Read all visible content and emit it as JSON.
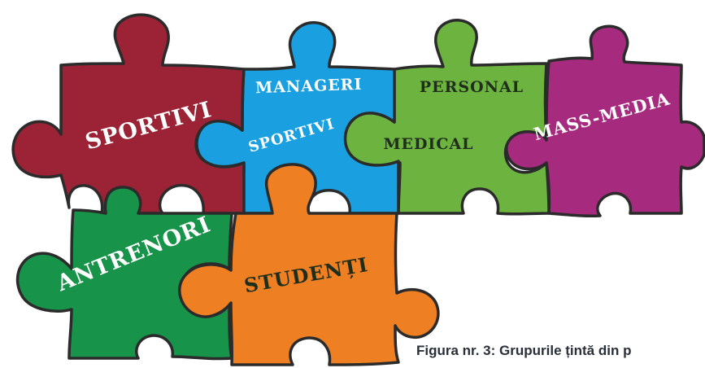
{
  "pieces": [
    {
      "id": "sportivi",
      "label": "SPORTIVI",
      "color": "#9b2335"
    },
    {
      "id": "manageri-sportivi",
      "label_line1": "MANAGERI",
      "label_line2": "SPORTIVI",
      "color": "#1aa0e0"
    },
    {
      "id": "personal-medical",
      "label_line1": "PERSONAL",
      "label_line2": "MEDICAL",
      "color": "#6db33f"
    },
    {
      "id": "mass-media",
      "label": "MASS-MEDIA",
      "color": "#a62a7e"
    },
    {
      "id": "antrenori",
      "label": "ANTRENORI",
      "color": "#17934a"
    },
    {
      "id": "studenti",
      "label": "STUDENȚI",
      "color": "#ee7f22"
    }
  ],
  "colors": {
    "outline": "#2b2b2b",
    "label_light": "#ffffff",
    "label_dark": "#1f2e1a"
  },
  "caption": "Figura nr. 3: Grupurile țintă din p"
}
